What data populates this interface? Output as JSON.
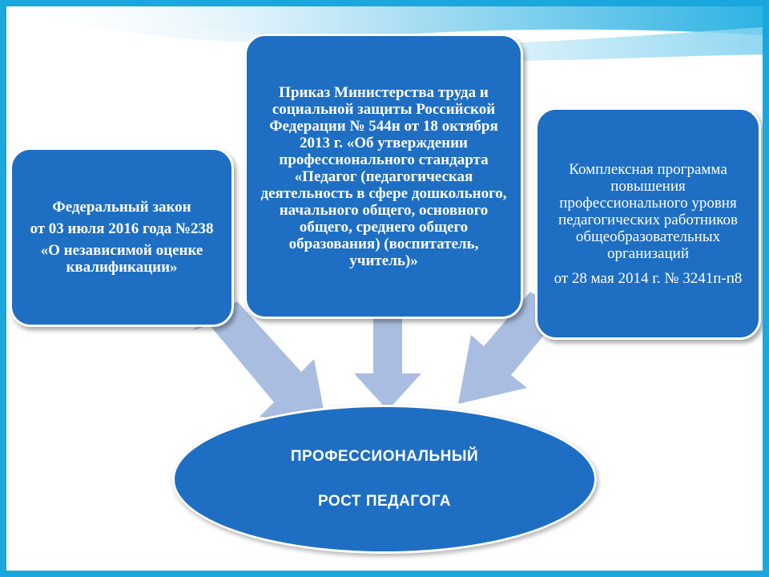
{
  "left_box": {
    "line1": "Федеральный закон",
    "line2": "от 03 июля 2016 года №238",
    "line3": "«О независимой оценке квалификации»"
  },
  "center_box": {
    "text": "Приказ Министерства труда и социальной защиты Российской Федерации № 544н от 18 октября 2013 г. «Об утверждении профессионального стандарта «Педагог (педагогическая деятельность в сфере дошкольного, начального общего, основного общего, среднего общего образования) (воспитатель, учитель)»"
  },
  "right_box": {
    "title": "Комплексная программа повышения профессионального уровня педагогических работников общеобразовательных организаций",
    "date": "от  28 мая 2014 г.    № 3241п-п8"
  },
  "target": {
    "line1": "ПРОФЕССИОНАЛЬНЫЙ",
    "line2": "РОСТ ПЕДАГОГА"
  },
  "colors": {
    "box_fill": "#1e6fc3",
    "arrow_fill": "#a9bde0",
    "frame": "#1aa7dd"
  }
}
